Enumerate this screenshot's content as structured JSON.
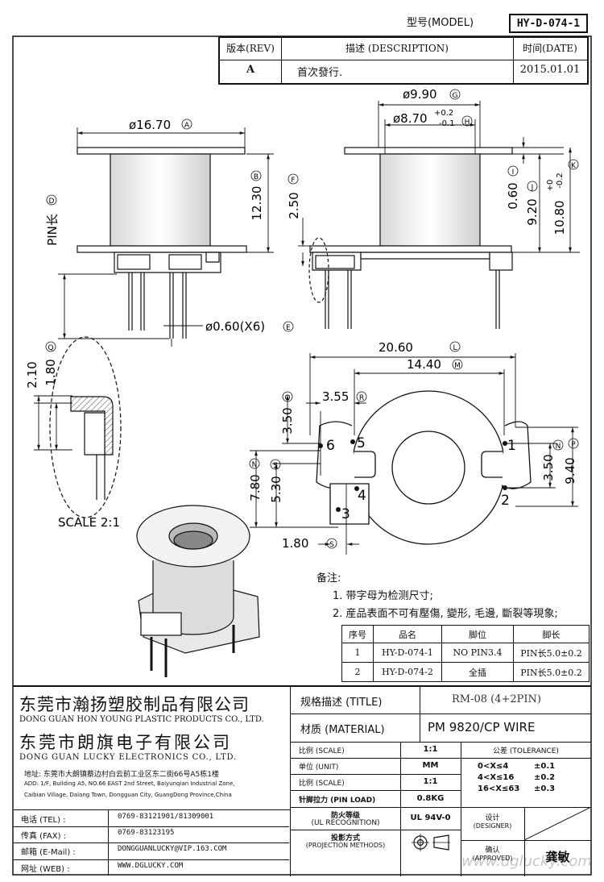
{
  "header": {
    "model_label": "型号(MODEL)",
    "model_value": "HY-D-074-1",
    "rev_label": "版本(REV)",
    "desc_label": "描述 (DESCRIPTION)",
    "date_label": "时间(DATE)",
    "rev_value": "A",
    "desc_value": "首次發行.",
    "date_value": "2015.01.01"
  },
  "dims": {
    "d1670": "ø16.70",
    "d1670_tag": "A",
    "d990": "ø9.90",
    "d990_tag": "G",
    "d870": "ø8.70",
    "d870_tol_hi": "+0.2",
    "d870_tol_lo": "-0.1",
    "d870_tag": "H",
    "d1230": "12.30",
    "d1230_tag": "B",
    "d250": "2.50",
    "d250_tag": "F",
    "d060": "0.60",
    "d060_tag": "I",
    "d920": "9.20",
    "d920_tag": "J",
    "d1080": "10.80",
    "d1080_tol_hi": "+0",
    "d1080_tol_lo": "-0.2",
    "d1080_tag": "K",
    "pin_len": "PIN长",
    "pin_len_tag": "D",
    "pin_dia": "ø0.60(X6)",
    "pin_dia_tag": "E",
    "d210": "2.10",
    "d180a": "1.80",
    "d180a_tag": "Q",
    "d2060": "20.60",
    "d2060_tag": "L",
    "d1440": "14.40",
    "d1440_tag": "M",
    "d355": "3.55",
    "d355_tag": "R",
    "d350a": "3.50",
    "d350a_tag": "O",
    "d780": "7.80",
    "d780_tag": "N",
    "d530": "5.30",
    "d530_tag": "S",
    "d350b": "3.50",
    "d350b_tag": "N",
    "d940": "9.40",
    "d940_tag": "P",
    "d180b": "1.80",
    "d180b_tag": "S",
    "scale": "SCALE 2:1",
    "pins": [
      "1",
      "2",
      "3",
      "4",
      "5",
      "6"
    ]
  },
  "notes": {
    "title": "备注:",
    "line1": "1. 带字母为检测尺寸;",
    "line2": "2. 産品表面不可有壓傷, 變形, 毛邊, 斷裂等現象;"
  },
  "pin_table": {
    "headers": [
      "序号",
      "品名",
      "脚位",
      "脚长"
    ],
    "rows": [
      [
        "1",
        "HY-D-074-1",
        "NO PIN3.4",
        "PIN长5.0±0.2"
      ],
      [
        "2",
        "HY-D-074-2",
        "全插",
        "PIN长5.0±0.2"
      ]
    ]
  },
  "company": {
    "name1_cn": "东莞市瀚扬塑胶制品有限公司",
    "name1_en": "DONG GUAN HON YOUNG PLASTIC PRODUCTS CO., LTD.",
    "name2_cn": "东莞市朗旗电子有限公司",
    "name2_en": "DONG GUAN LUCKY ELECTRONICS CO., LTD.",
    "addr_cn": "地址: 东莞市大朗镇蔡边村白云前工业区东二街66号A5栋1楼",
    "addr_en1": "ADD: 1/F, Building A5, NO.66 EAST 2nd Street, Baiyunqian Industrial Zone,",
    "addr_en2": "Caibian Village, Dalang Town, Dongguan City, GuangDong Province,China",
    "tel_label": "电话 (TEL) :",
    "tel": "0769-83121901/81309001",
    "fax_label": "传真 (FAX) :",
    "fax": "0769-83123195",
    "mail_label": "邮箱 (E-Mail) :",
    "mail": "DONGGUANLUCKY@VIP.163.COM",
    "web_label": "网址 (WEB) :",
    "web": "WWW.DGLUCKY.COM"
  },
  "title_block": {
    "title_label": "规格描述 (TITLE)",
    "title_value": "RM-08 (4+2PIN)",
    "material_label": "材质 (MATERIAL)",
    "material_value": "PM 9820/CP WIRE",
    "scale_label": "比例 (SCALE)",
    "scale_value": "1:1",
    "tolerance_label": "公差 (TOLERANCE)",
    "unit_label": "单位 (UNIT)",
    "unit_value": "MM",
    "scale2_label": "比例 (SCALE)",
    "scale2_value": "1:1",
    "tol_rows": [
      [
        "0<X≤4",
        "±0.1"
      ],
      [
        "4<X≤16",
        "±0.2"
      ],
      [
        "16<X≤63",
        "±0.3"
      ]
    ],
    "pinload_label": "针脚拉力 (PIN LOAD)",
    "pinload_value": "0.8KG",
    "ul_label1": "防火等级",
    "ul_label2": "(UL RECOGNITION)",
    "ul_value": "UL 94V-0",
    "proj_label1": "投影方式",
    "proj_label2": "(PROJECTION METHODS)",
    "designer_label1": "设计",
    "designer_label2": "(DESIGNER)",
    "approved_label1": "确认",
    "approved_label2": "(APPROVED)",
    "approver": "龚敏",
    "watermark": "www.dglucky.com"
  }
}
